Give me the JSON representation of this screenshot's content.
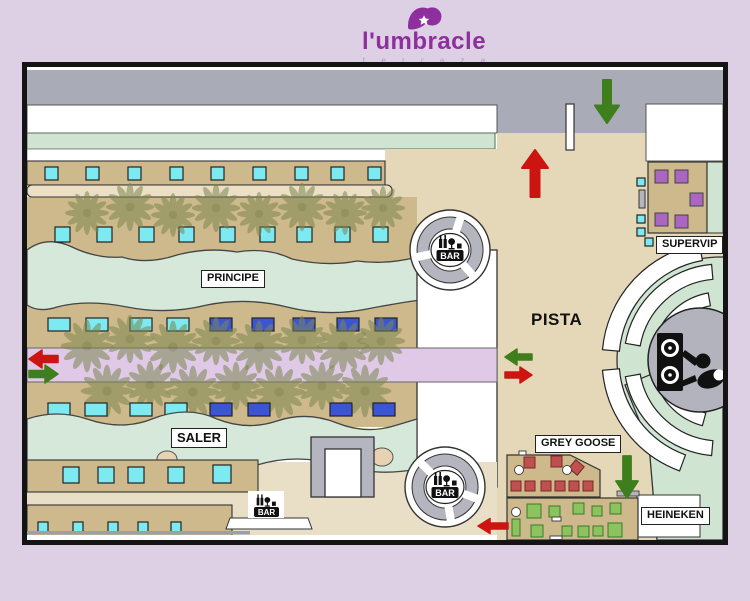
{
  "logo": {
    "brand": "l'umbracle",
    "tagline": "t e r r a z a"
  },
  "map": {
    "zones": {
      "principe": {
        "label": "PRINCIPE"
      },
      "saler": {
        "label": "SALER"
      },
      "pista": {
        "label": "PISTA"
      },
      "supervip": {
        "label": "SUPERVIP"
      },
      "grey_goose": {
        "label": "GREY GOOSE"
      },
      "heineken": {
        "label": "HEINEKEN"
      }
    },
    "bars": [
      {
        "label": "BAR"
      },
      {
        "label": "BAR"
      },
      {
        "label": "BAR"
      }
    ],
    "arrows": [
      {
        "color": "red",
        "direction": "left",
        "location": "west-corridor"
      },
      {
        "color": "green",
        "direction": "right",
        "location": "west-corridor"
      },
      {
        "color": "green",
        "direction": "left",
        "location": "center-corridor"
      },
      {
        "color": "red",
        "direction": "right",
        "location": "center-corridor"
      },
      {
        "color": "red",
        "direction": "up",
        "location": "pista-north"
      },
      {
        "color": "green",
        "direction": "down",
        "location": "north-entrance"
      },
      {
        "color": "green",
        "direction": "down",
        "location": "south-east"
      },
      {
        "color": "red",
        "direction": "left",
        "location": "south-exit"
      }
    ],
    "colors": {
      "page_bg": "#ddcfe4",
      "logo_purple": "#8e2f9e",
      "tagline_purple": "#b995c6",
      "arrow_red": "#cc1410",
      "arrow_green": "#3f7e1c",
      "lavender_corridor": "#dfc9e6",
      "mint": "#cfe5d2",
      "tan_dark": "#cdb98c",
      "tan_light": "#e5d8b8",
      "walkway": "#e9dfc7",
      "gray_band": "#a9abb6",
      "table_cyan": "#7deaf2",
      "table_blue": "#3b55d4",
      "table_purple": "#aa66c2",
      "table_red": "#bf5050",
      "table_green": "#8cc35e"
    }
  }
}
